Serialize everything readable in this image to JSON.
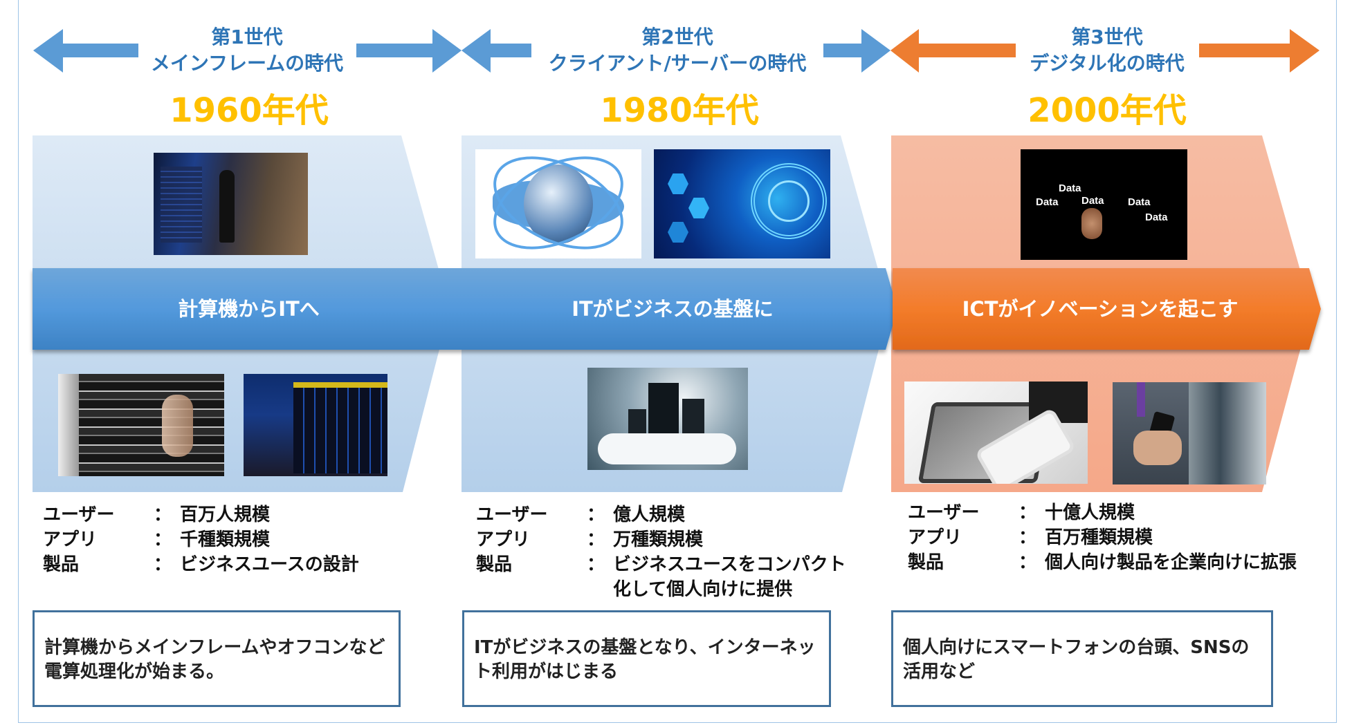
{
  "colors": {
    "blue_arrow": "#5b9bd5",
    "orange_arrow": "#ed7d31",
    "generation_text": "#2e75b6",
    "era_text": "#ffc000",
    "blue_panel": "#c5d9ef",
    "orange_panel": "#f6b59b",
    "blue_banner": "#4f93d6",
    "orange_banner": "#f07f2c",
    "desc_border": "#41719c"
  },
  "generations": [
    {
      "generation": "第1世代",
      "subtitle": "メインフレームの時代",
      "era": "1960年代",
      "banner": "計算機からITへ",
      "photos": [
        "data-center-corridor-photo",
        "server-rack-photo",
        "supercomputer-room-photo"
      ],
      "specs": [
        {
          "label": "ユーザー",
          "colon": "：",
          "value": "百万人規模"
        },
        {
          "label": "アプリ",
          "colon": "：",
          "value": "千種類規模"
        },
        {
          "label": "製品",
          "colon": "：",
          "value": "ビジネスユースの設計"
        }
      ],
      "description": "計算機からメインフレームやオフコンなど電算処理化が始まる。"
    },
    {
      "generation": "第2世代",
      "subtitle": "クライアント/サーバーの時代",
      "era": "1980年代",
      "banner": "ITがビジネスの基盤に",
      "photos": [
        "globe-network-photo",
        "digital-tech-photo",
        "cloud-servers-photo"
      ],
      "specs": [
        {
          "label": "ユーザー",
          "colon": "：",
          "value": "億人規模"
        },
        {
          "label": "アプリ",
          "colon": "：",
          "value": "万種類規模"
        },
        {
          "label": "製品",
          "colon": "：",
          "value": "ビジネスユースをコンパクト化して個人向けに提供"
        }
      ],
      "description": "ITがビジネスの基盤となり、インターネット利用がはじまる"
    },
    {
      "generation": "第3世代",
      "subtitle": "デジタル化の時代",
      "era": "2000年代",
      "banner": "ICTがイノベーションを起こす",
      "photos": [
        "data-hexagon-photo",
        "tablet-smartphone-photo",
        "businessman-smartphone-photo"
      ],
      "data_labels": [
        "Data",
        "Data",
        "Data",
        "Data",
        "Data"
      ],
      "specs": [
        {
          "label": "ユーザー",
          "colon": "：",
          "value": "十億人規模"
        },
        {
          "label": "アプリ",
          "colon": "：",
          "value": "百万種類規模"
        },
        {
          "label": "製品",
          "colon": "：",
          "value": "個人向け製品を企業向けに拡張"
        }
      ],
      "description": "個人向けにスマートフォンの台頭、SNSの活用など"
    }
  ]
}
